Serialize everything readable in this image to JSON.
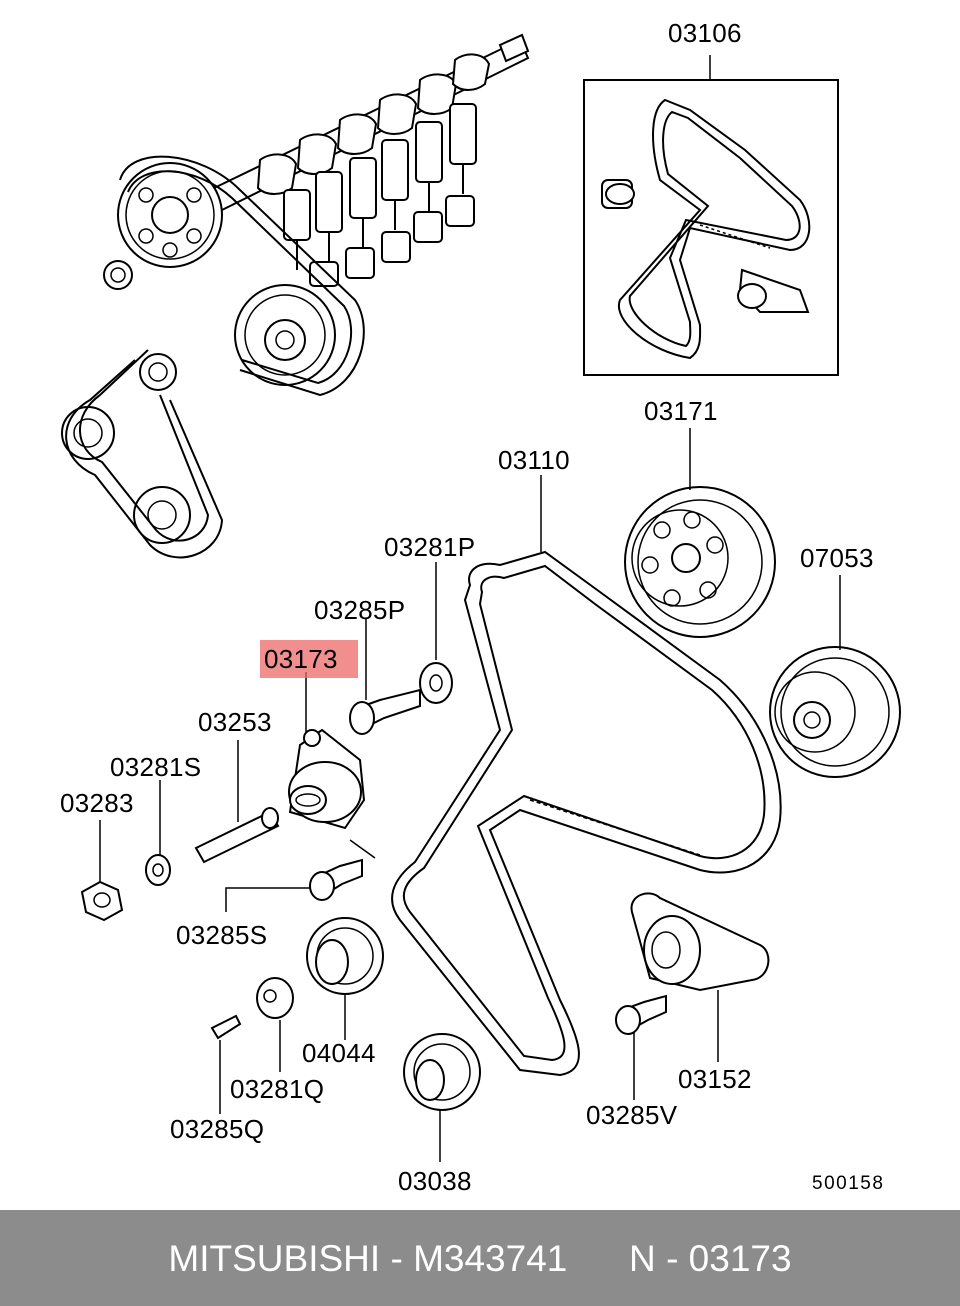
{
  "footer": {
    "brand": "MITSUBISHI",
    "separator1": "-",
    "part_number": "M343741",
    "ref_prefix": "N",
    "separator2": "-",
    "ref_code": "03173"
  },
  "diagram_code": "500158",
  "callouts": {
    "c03106": "03106",
    "c03171": "03171",
    "c03110": "03110",
    "c07053": "07053",
    "c03281P": "03281P",
    "c03285P": "03285P",
    "c03173": "03173",
    "c03253": "03253",
    "c03281S": "03281S",
    "c03283": "03283",
    "c03285S": "03285S",
    "c04044": "04044",
    "c03281Q": "03281Q",
    "c03285Q": "03285Q",
    "c03038": "03038",
    "c03152": "03152",
    "c03285V": "03285V"
  },
  "highlight": {
    "target": "03173",
    "color": "#ec6969"
  }
}
